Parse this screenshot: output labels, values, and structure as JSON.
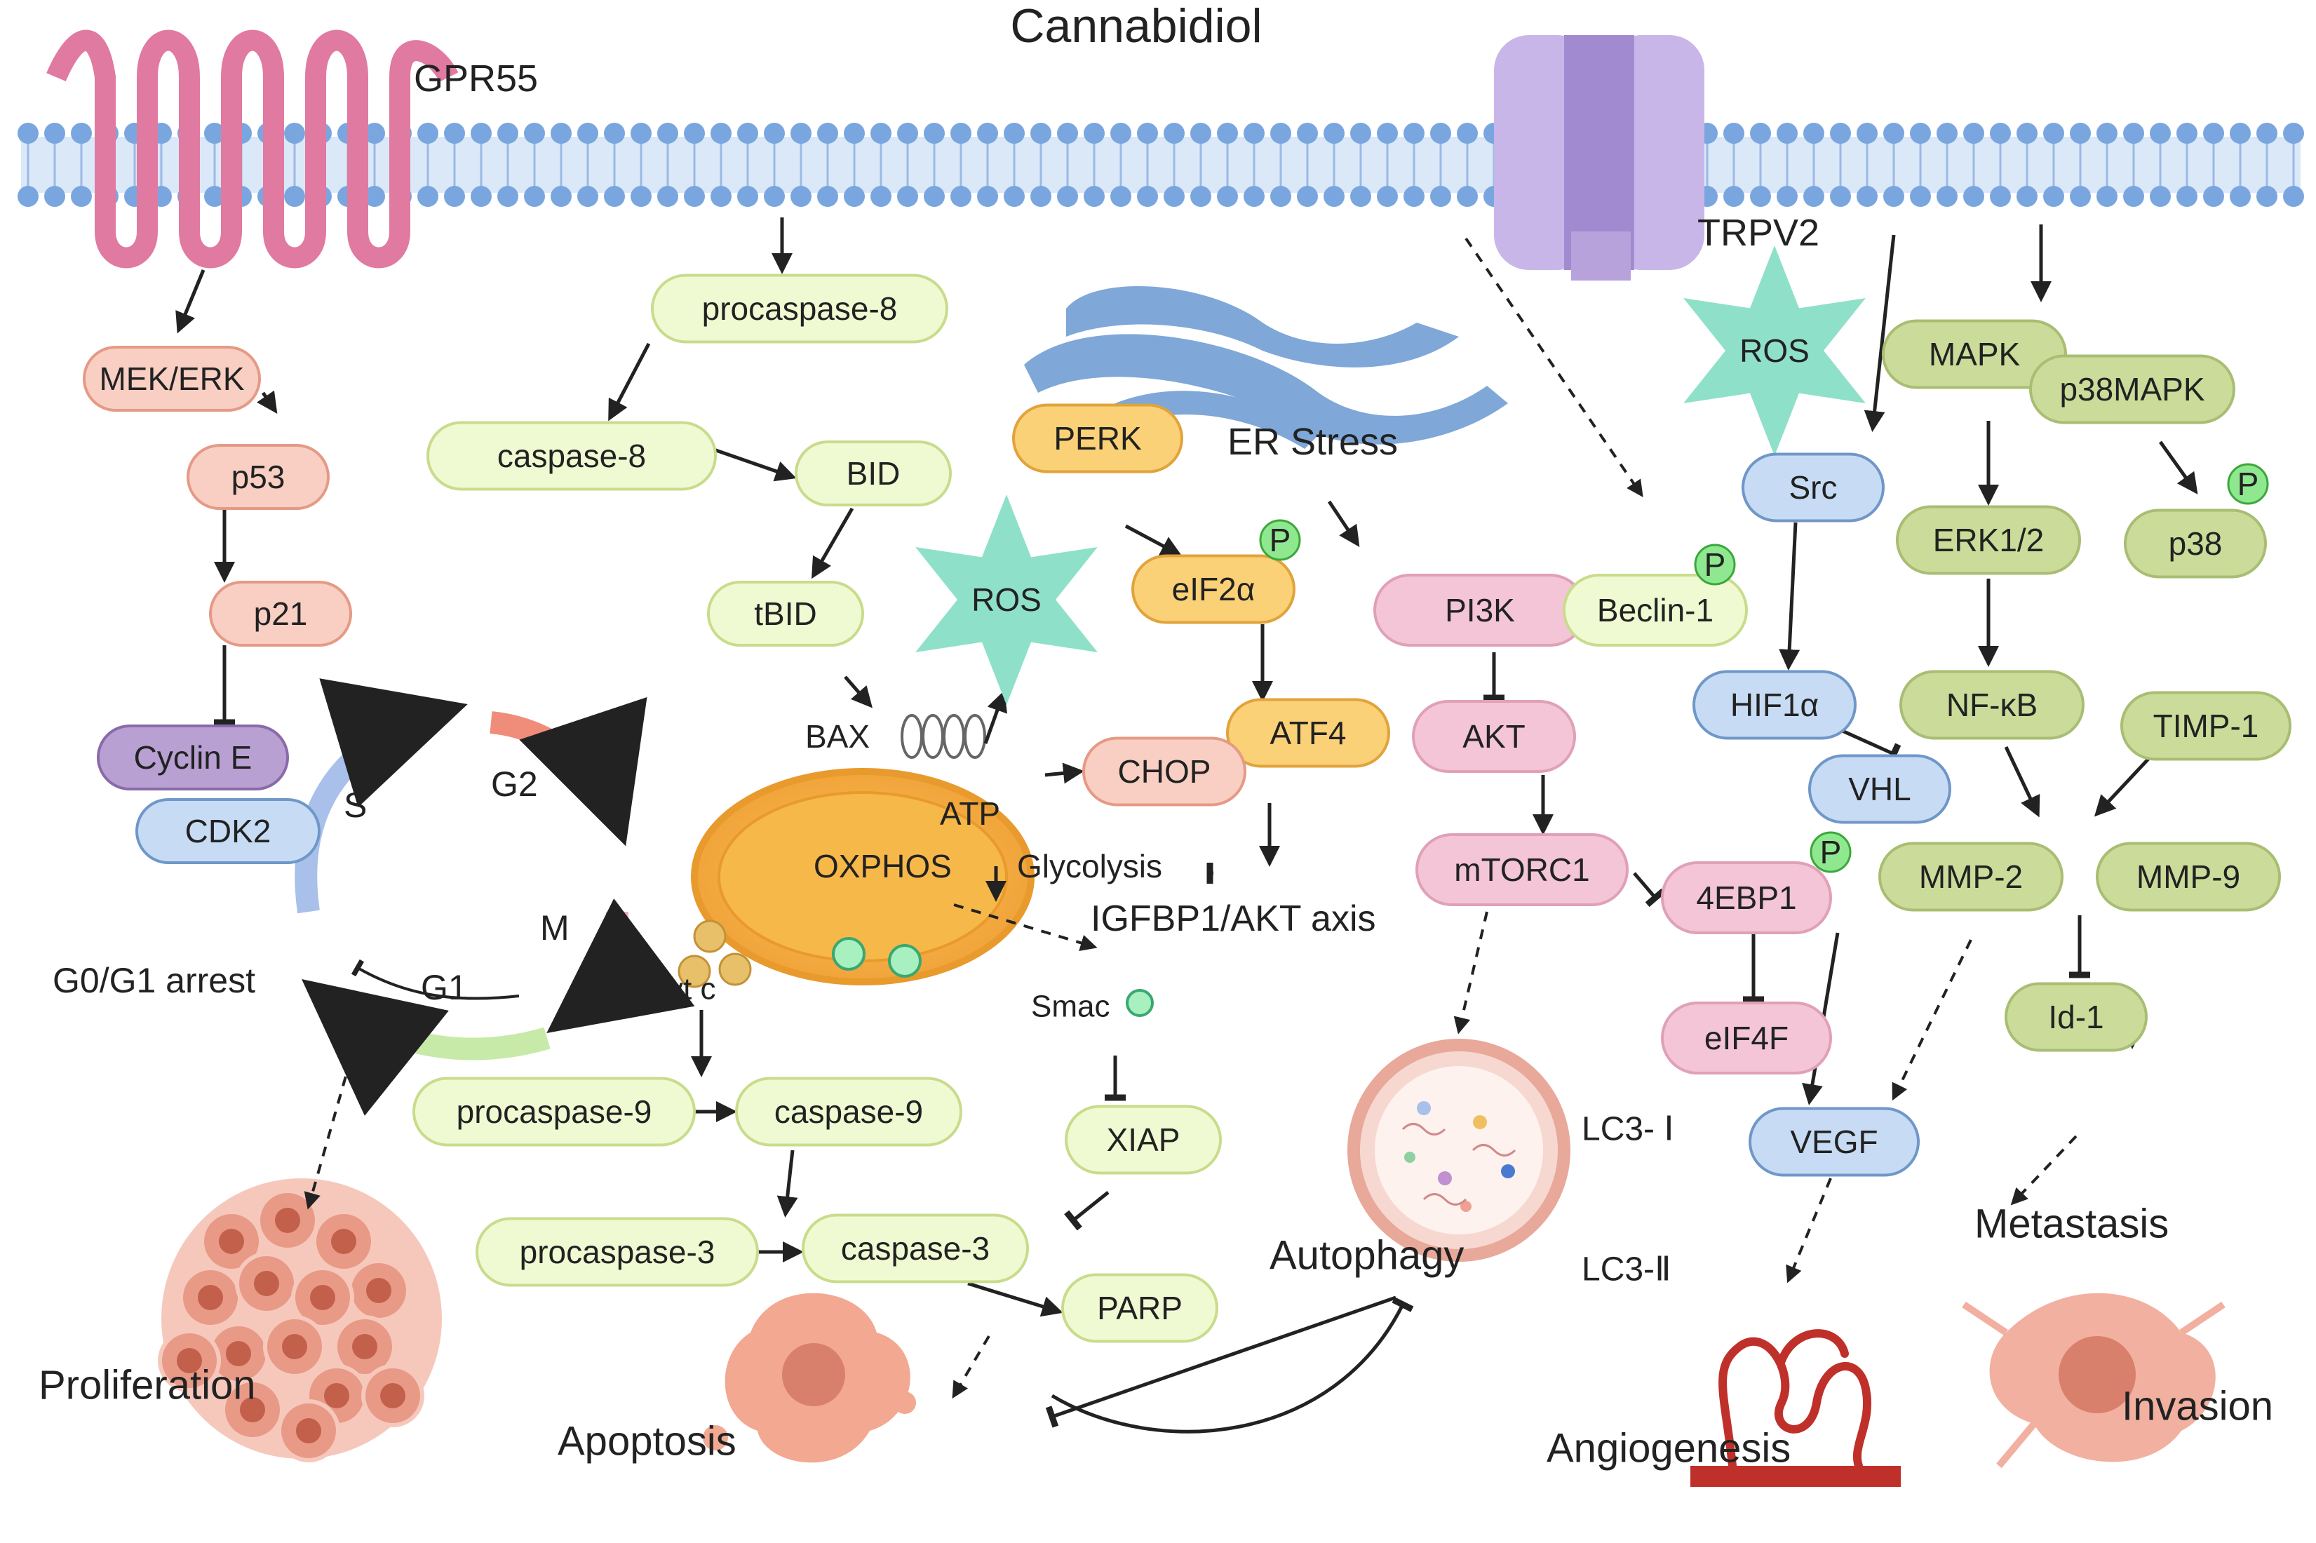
{
  "title": "Cannabidiol",
  "receptors": {
    "gpr55": "GPR55",
    "trpv2": "TRPV2"
  },
  "gpr55_path": {
    "mek_erk": "MEK/ERK",
    "p53": "p53",
    "p21": "p21",
    "cyclin_e": "Cyclin E",
    "cdk2": "CDK2"
  },
  "cell_cycle": {
    "s": "S",
    "g2": "G2",
    "m": "M",
    "g1": "G1",
    "arrest": "G0/G1 arrest"
  },
  "apoptosis_path": {
    "procaspase8": "procaspase-8",
    "caspase8": "caspase-8",
    "bid": "BID",
    "tbid": "tBID",
    "bax": "BAX",
    "ros": "ROS",
    "atp": "ATP",
    "oxphos": "OXPHOS",
    "glycolysis": "Glycolysis",
    "cytc": "cyt c",
    "smac": "Smac",
    "procaspase9": "procaspase-9",
    "caspase9": "caspase-9",
    "procaspase3": "procaspase-3",
    "caspase3": "caspase-3",
    "xiap": "XIAP",
    "parp": "PARP"
  },
  "er_path": {
    "perk": "PERK",
    "er_stress": "ER Stress",
    "eif2a": "eIF2α",
    "atf4": "ATF4",
    "chop": "CHOP",
    "igfbp1": "IGFBP1/AKT axis"
  },
  "autophagy_path": {
    "pi3k": "PI3K",
    "beclin1": "Beclin-1",
    "akt": "AKT",
    "mtorc1": "mTORC1",
    "ebp1": "4EBP1",
    "eif4f": "eIF4F",
    "lc3_1": "LC3- Ⅰ",
    "lc3_2": "LC3-Ⅱ"
  },
  "angio_path": {
    "ros": "ROS",
    "src": "Src",
    "hif1a": "HIF1α",
    "vhl": "VHL",
    "vegf": "VEGF"
  },
  "mapk_path": {
    "mapk": "MAPK",
    "p38mapk": "p38MAPK",
    "erk12": "ERK1/2",
    "p38": "p38",
    "nfkb": "NF-κB",
    "timp1": "TIMP-1",
    "mmp2": "MMP-2",
    "mmp9": "MMP-9",
    "id1": "Id-1"
  },
  "outcomes": {
    "proliferation": "Proliferation",
    "apoptosis": "Apoptosis",
    "autophagy": "Autophagy",
    "angiogenesis": "Angiogenesis",
    "metastasis": "Metastasis",
    "invasion": "Invasion"
  },
  "phospho": "P",
  "colors": {
    "pink_fill": "#f9cfc3",
    "pink_stroke": "#e59a86",
    "lime_fill": "#f0fad2",
    "lime_stroke": "#c8dc8c",
    "orange_fill": "#fbd177",
    "orange_stroke": "#e1a33b",
    "mauve_fill": "#f3c5d6",
    "mauve_stroke": "#e0a0b8",
    "blue_fill": "#c7dcf4",
    "blue_stroke": "#6f97c8",
    "olive_fill": "#cbdc9a",
    "olive_stroke": "#a9bd73",
    "purple_fill": "#b9a0d3",
    "purple_stroke": "#8a6aa8",
    "ros_star": "#8fe0c8",
    "membrane_head": "#7aa6e0",
    "gpr55": "#e07aa0",
    "trpv2": "#b9a4dc",
    "phospho_fill": "#8fe88f",
    "cyto_red": "#d9806c"
  }
}
